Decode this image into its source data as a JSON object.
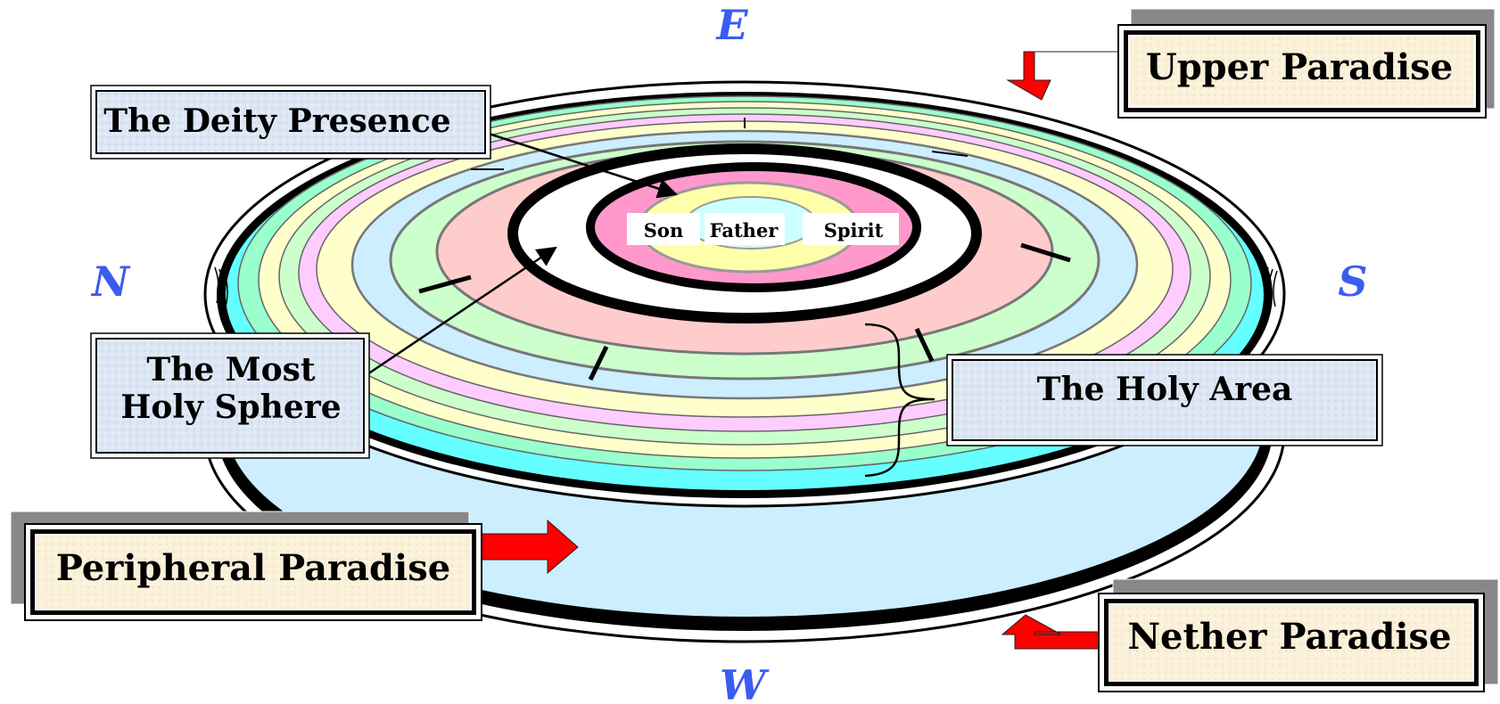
{
  "compass": {
    "east": "E",
    "west": "W",
    "north": "N",
    "south": "S"
  },
  "labels": {
    "upper_paradise": "Upper Paradise",
    "deity_presence": "The Deity Presence",
    "most_holy_sphere_line1": "The Most",
    "most_holy_sphere_line2": "Holy Sphere",
    "holy_area": "The Holy Area",
    "peripheral_paradise": "Peripheral Paradise",
    "nether_paradise": "Nether Paradise"
  },
  "deities": {
    "son": "Son",
    "father": "Father",
    "spirit": "Spirit"
  },
  "colors": {
    "compass": "#3a5cf0",
    "arrow": "#ff0000",
    "blue_box": "#dbe6f3",
    "cream_box": "#fbf0d8",
    "cyan": "#66ffff",
    "light_blue": "#cceeff",
    "pink": "#ffccff",
    "yellow": "#ffffcc",
    "green": "#ccffcc",
    "salmon": "#ffcccc",
    "hot_pink": "#ff99cc",
    "mint": "#99ffcc"
  }
}
